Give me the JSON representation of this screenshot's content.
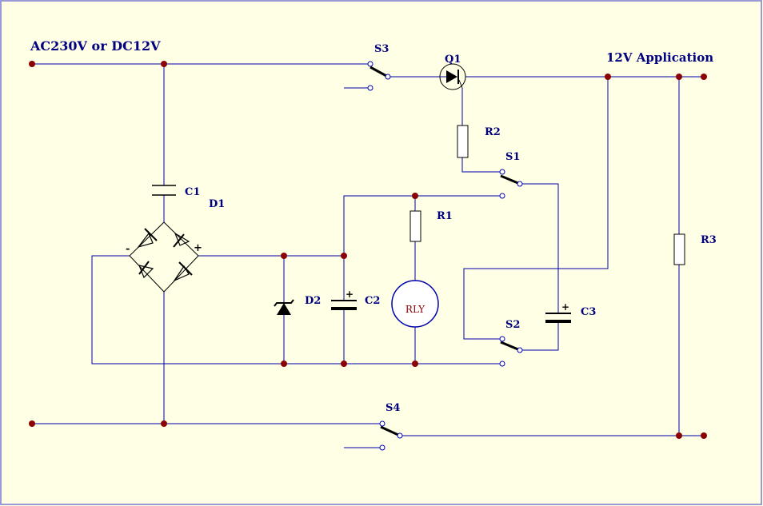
{
  "colors": {
    "background": "#ffffe6",
    "border": "#9a9ad6",
    "wire": "#0000aa",
    "component": "#000000",
    "node": "#8b0000",
    "label": "#000080",
    "relay_text": "#8b0000"
  },
  "labels": {
    "input": "AC230V or DC12V",
    "output": "12V Application",
    "s3": "S3",
    "q1": "Q1",
    "r2": "R2",
    "s1": "S1",
    "c1": "C1",
    "d1": "D1",
    "r1": "R1",
    "r3": "R3",
    "d2": "D2",
    "c2": "C2",
    "relay": "RLY",
    "c3": "C3",
    "s2": "S2",
    "s4": "S4",
    "bridge_minus": "-",
    "bridge_plus": "+",
    "c2_plus": "+",
    "c3_plus": "+"
  }
}
